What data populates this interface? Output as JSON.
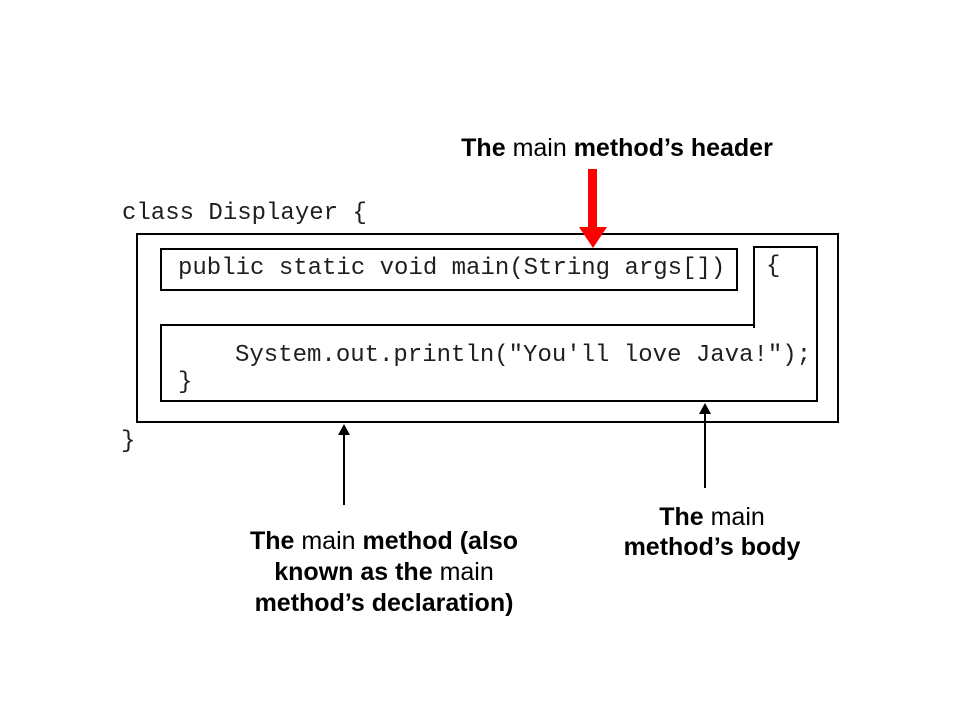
{
  "code": {
    "class_open": "class Displayer {",
    "method_header": "public static void main(String args[])",
    "open_brace": "{",
    "println": "System.out.println(\"You'll love Java!\");",
    "method_close": "}",
    "class_close": "}"
  },
  "annotations": {
    "header": {
      "pre": "The ",
      "code": "main",
      "post": " method’s header"
    },
    "declaration": {
      "line1_pre": "The ",
      "line1_code": "main",
      "line1_post": " method (also",
      "line2_pre": "known as the ",
      "line2_code": "main",
      "line3": "method’s declaration)"
    },
    "body": {
      "line1_pre": "The ",
      "line1_code": "main",
      "line2": "method’s body"
    }
  },
  "colors": {
    "arrow_red": "#FF0000",
    "line_black": "#000000",
    "background": "#FFFFFF"
  }
}
